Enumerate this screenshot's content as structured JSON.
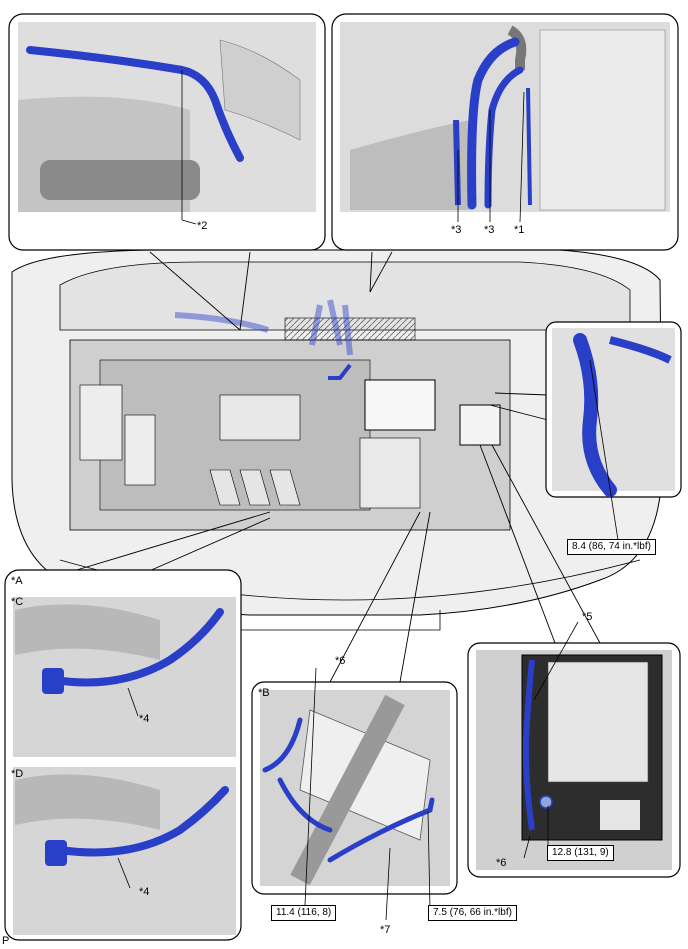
{
  "callouts": {
    "c1": "*1",
    "c2": "*2",
    "c3a": "*3",
    "c3b": "*3",
    "c4a": "*4",
    "c4b": "*4",
    "c5": "*5",
    "c6a": "*6",
    "c6b": "*6",
    "c7": "*7"
  },
  "view_labels": {
    "a": "*A",
    "b": "*B",
    "c": "*C",
    "d": "*D"
  },
  "torques": {
    "t1": "8.4 (86, 74 in.*lbf)",
    "t2": "11.4 (116, 8)",
    "t3": "7.5 (76, 66 in.*lbf)",
    "t4": "12.8 (131, 9)"
  },
  "footer": "P",
  "colors": {
    "harness": "#2a3fc8",
    "outline": "#000000",
    "shade": "#d9d9d9"
  }
}
